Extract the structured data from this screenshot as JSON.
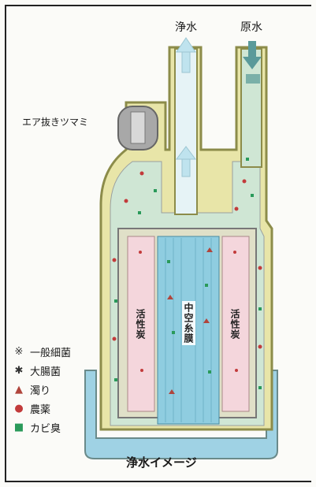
{
  "labels": {
    "clean_water": "浄水",
    "raw_water": "原水",
    "air_vent": "エア抜きツマミ",
    "activated_carbon": "活性炭",
    "hollow_fiber": "中空糸膜",
    "caption": "浄水イメージ"
  },
  "legend": [
    {
      "symbol": "※",
      "label": "一般細菌",
      "color": "#333333",
      "icon": "asterisk-mark"
    },
    {
      "symbol": "✱",
      "label": "大腸菌",
      "color": "#333333",
      "icon": "star-mark"
    },
    {
      "symbol": "▲",
      "label": "濁り",
      "color": "#b0453c",
      "icon": "triangle"
    },
    {
      "symbol": "●",
      "label": "農薬",
      "color": "#c23b3b",
      "icon": "circle"
    },
    {
      "symbol": "■",
      "label": "カビ臭",
      "color": "#2a9a5a",
      "icon": "square"
    }
  ],
  "colors": {
    "housing_outline": "#8c8c4a",
    "housing_fill": "#e8e5a8",
    "water_fill": "#cfe6d4",
    "carbon_fill": "#f4d6dc",
    "fiber_fill": "#8fcde0",
    "base_fill": "#9fd2e4",
    "clean_arrow": "#bfe3ee",
    "raw_arrow": "#5a9a9a"
  }
}
